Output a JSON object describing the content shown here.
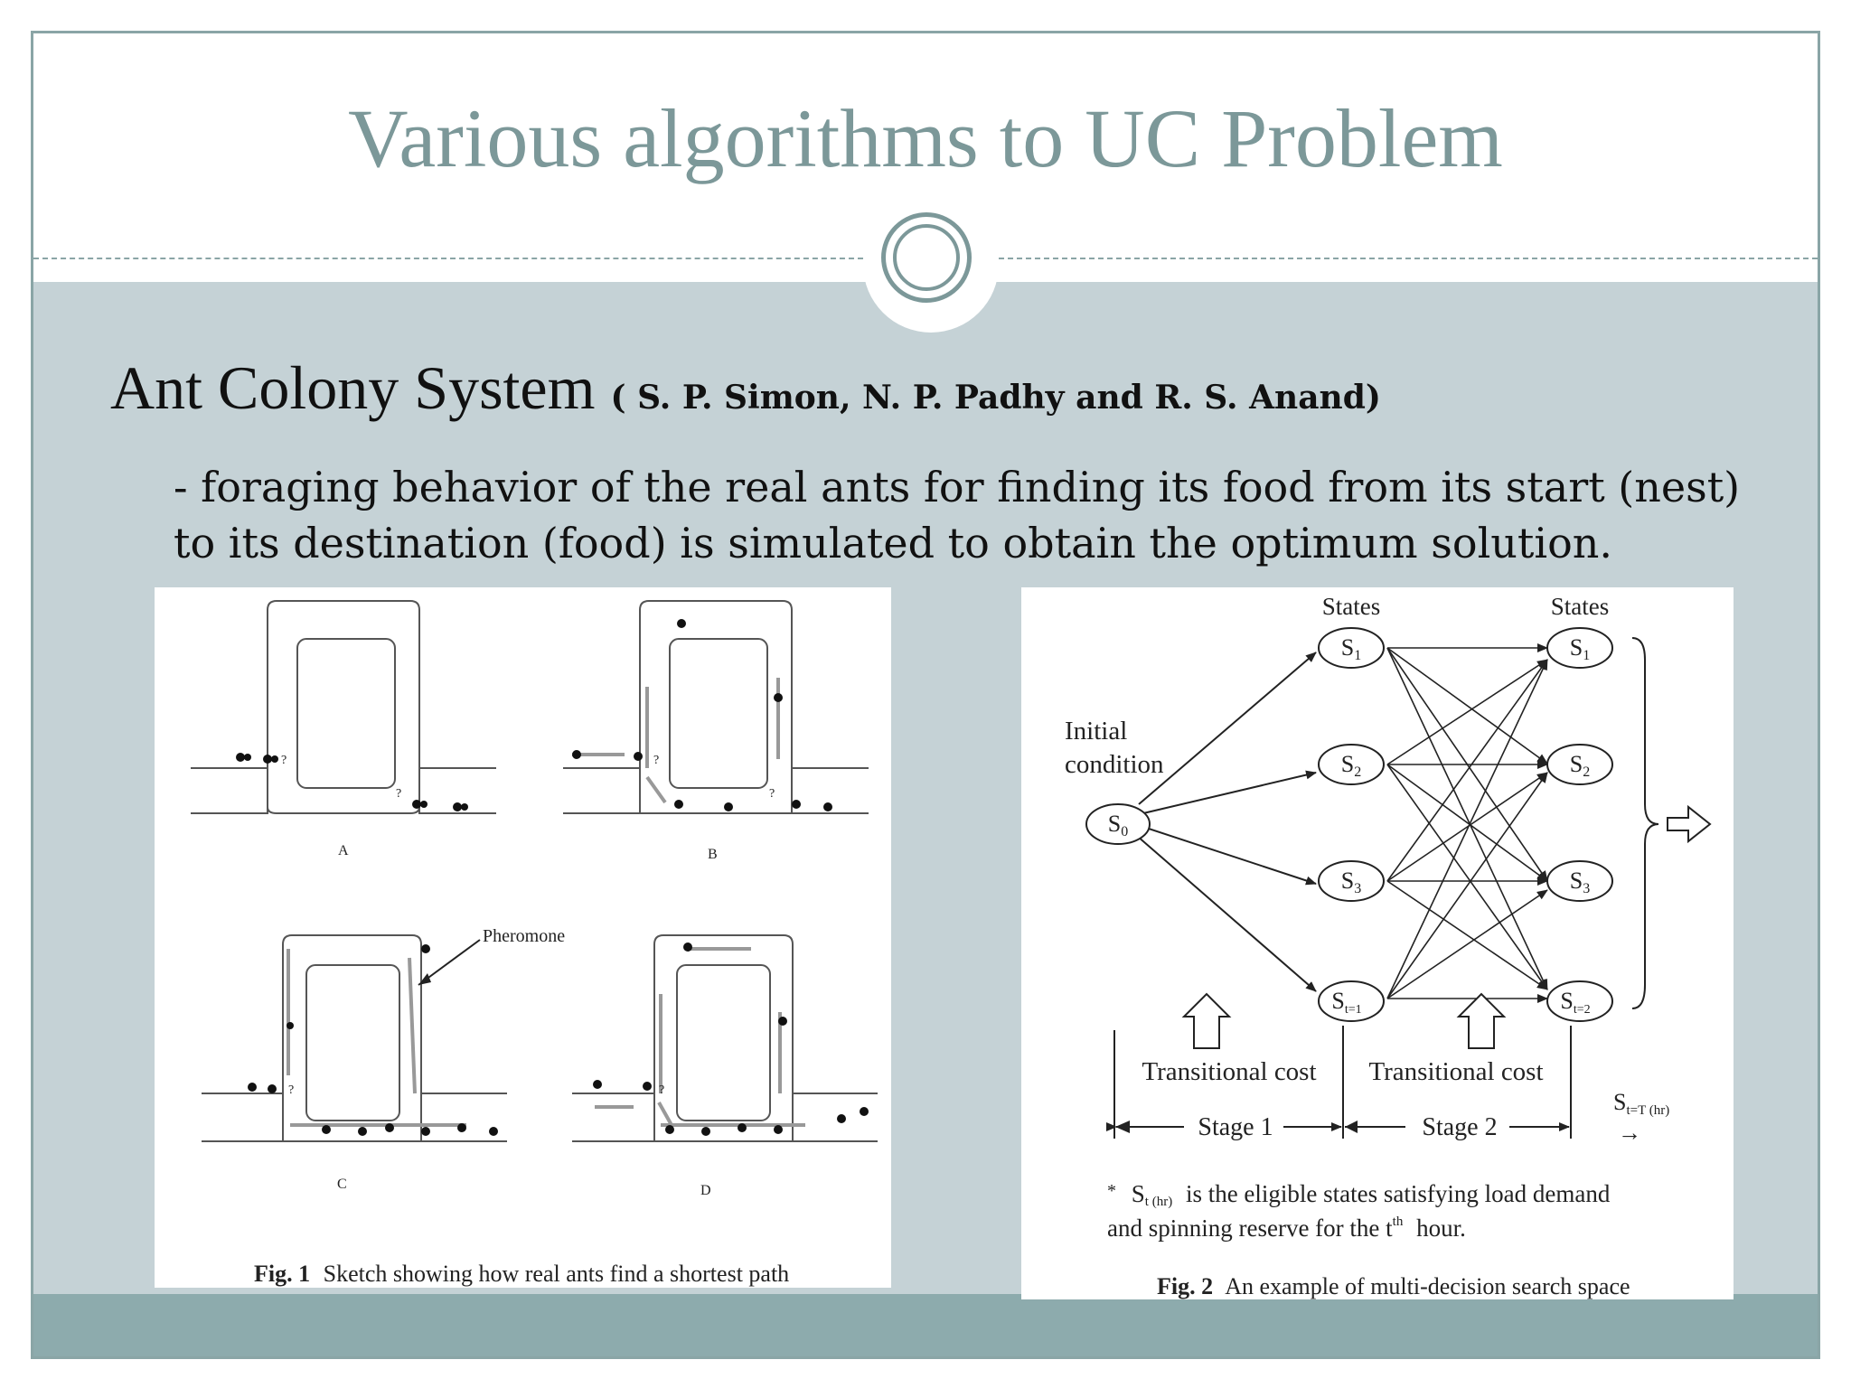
{
  "slide": {
    "title": "Various algorithms to UC Problem",
    "heading": "Ant Colony System",
    "authors": "( S. P. Simon, N. P. Padhy and R. S. Anand)",
    "body": "- foraging behavior of the real ants for finding its food from its start (nest) to its destination (food) is simulated to obtain the optimum solution."
  },
  "figure1": {
    "caption_prefix": "Fig. 1",
    "caption": "Sketch showing how real ants find a shortest path",
    "panel_labels": [
      "A",
      "B",
      "C",
      "D"
    ],
    "annotation": "Pheromone",
    "question_mark": "?"
  },
  "figure2": {
    "caption_prefix": "Fig. 2",
    "caption": "An example of multi-decision search space",
    "states_label": "States",
    "initial_line1": "Initial",
    "initial_line2": "condition",
    "s0": "S",
    "s0_sub": "0",
    "left_sub": [
      "1",
      "2",
      "3",
      "t=1"
    ],
    "right_sub": [
      "1",
      "2",
      "3",
      "t=2"
    ],
    "state_letter": "S",
    "transitional_cost": "Transitional cost",
    "stage1": "Stage 1",
    "stage2": "Stage 2",
    "st_label": "S",
    "st_sub": "t=T (hr)",
    "arrow_glyph": "→",
    "note_star": "*",
    "note_s": "S",
    "note_sub": "t (hr)",
    "note_line1": "is the eligible states satisfying load demand",
    "note_line2_a": "and spinning reserve for the t",
    "note_sup": "th",
    "note_line2_b": "hour."
  },
  "colors": {
    "title": "#7c9899",
    "band": "#c5d2d6",
    "footer": "#8dabad",
    "frame": "#8aa5a6"
  }
}
